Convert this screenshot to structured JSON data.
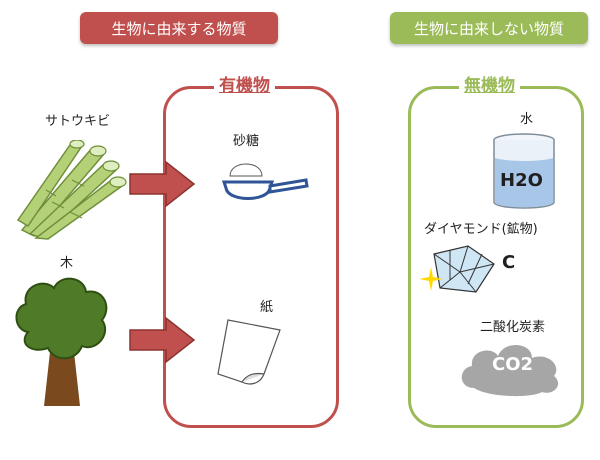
{
  "header": {
    "organic_source": "生物に由来する物質",
    "inorganic_source": "生物に由来しない物質"
  },
  "categories": {
    "organic": "有機物",
    "inorganic": "無機物"
  },
  "sources": {
    "sugarcane": "サトウキビ",
    "tree": "木"
  },
  "organic_items": {
    "sugar": "砂糖",
    "paper": "紙"
  },
  "inorganic_items": {
    "water": "水",
    "water_formula": "H2O",
    "diamond": "ダイヤモンド(鉱物)",
    "carbon_symbol": "C",
    "co2": "二酸化炭素",
    "co2_formula": "CO2"
  },
  "colors": {
    "organic_accent": "#c0504d",
    "inorganic_accent": "#9bbb59",
    "arrow": "#c0504d",
    "sugarcane_green": "#b5d178",
    "tree_green": "#4f7a28",
    "trunk_brown": "#7a4a1e",
    "scoop_blue": "#2f5597",
    "cloud_gray": "#a6a6a6",
    "sparkle_yellow": "#ffd800"
  },
  "icons": [
    "sugarcane-icon",
    "tree-icon",
    "arrow-right-icon",
    "scoop-icon",
    "paper-sheet-icon",
    "water-glass-icon",
    "diamond-icon",
    "sparkle-icon",
    "cloud-icon"
  ]
}
